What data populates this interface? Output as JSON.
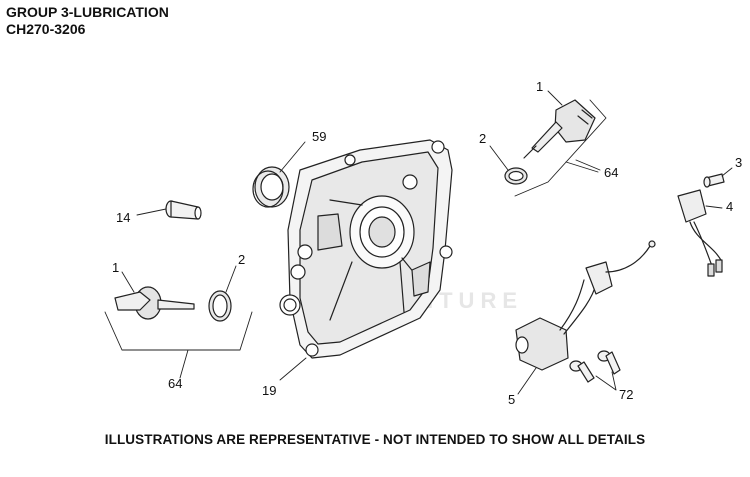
{
  "header": {
    "line1": "GROUP 3-LUBRICATION",
    "line2": "CH270-3206"
  },
  "callouts": {
    "c1_top": "1",
    "c2_top": "2",
    "c64_top": "64",
    "c3": "3",
    "c4": "4",
    "c59": "59",
    "c14": "14",
    "c1_left": "1",
    "c2_left": "2",
    "c64_left": "64",
    "c19": "19",
    "c5": "5",
    "c72": "72"
  },
  "watermark": "LEADVENTURE",
  "footer": {
    "disclaimer": "ILLUSTRATIONS ARE REPRESENTATIVE - NOT INTENDED TO SHOW ALL DETAILS"
  }
}
